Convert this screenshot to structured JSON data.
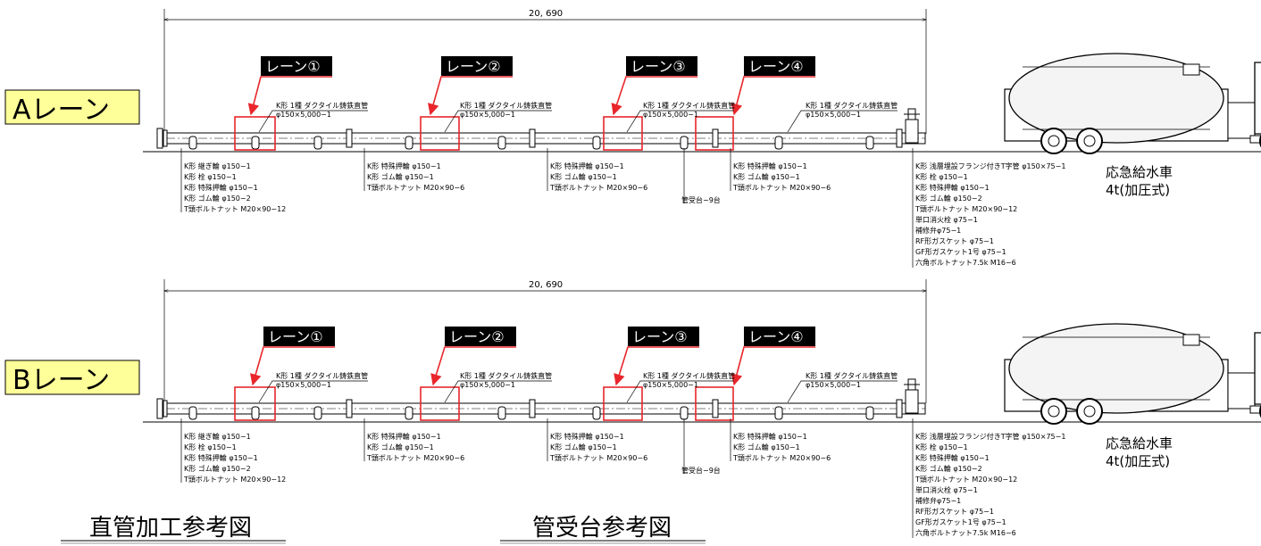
{
  "drawing": {
    "dimension": "20, 690",
    "truck_label": "応急給水車",
    "truck_sub": "4t(加圧式)",
    "lane_markers": [
      "レーン①",
      "レーン②",
      "レーン③",
      "レーン④"
    ],
    "pipe_label": "K形 1種 ダクタイル鋳鉄直管",
    "pipe_sub": "φ150×5,000−1",
    "support_label": "管受台−9台",
    "group1": [
      "K形 継ぎ輪 φ150−1",
      "K形 栓 φ150−1",
      "K形 特殊押輪 φ150−1",
      "K形 ゴム輪 φ150−2",
      "T頭ボルトナット M20×90−12"
    ],
    "group_mid": [
      "K形 特殊押輪 φ150−1",
      "K形 ゴム輪 φ150−1",
      "T頭ボルトナット M20×90−6"
    ],
    "group_end": [
      "K形 浅層埋設フランジ付きT字管 φ150×75−1",
      "K形 栓 φ150−1",
      "K形 特殊押輪 φ150−1",
      "K形 ゴム輪 φ150−2",
      "T頭ボルトナット M20×90−12",
      "単口消火栓 φ75−1",
      "補修弁φ75−1",
      "RF形ガスケット φ75−1",
      "GF形ガスケット1号 φ75−1",
      "六角ボルトナット7.5k M16−6"
    ]
  },
  "lanes": [
    {
      "label": "Aレーン"
    },
    {
      "label": "Bレーン"
    }
  ],
  "footer": {
    "left": "直管加工参考図",
    "right": "管受台参考図"
  },
  "colors": {
    "accent": "#e8262b",
    "label_bg": "#ffff99",
    "ink": "#000000"
  }
}
